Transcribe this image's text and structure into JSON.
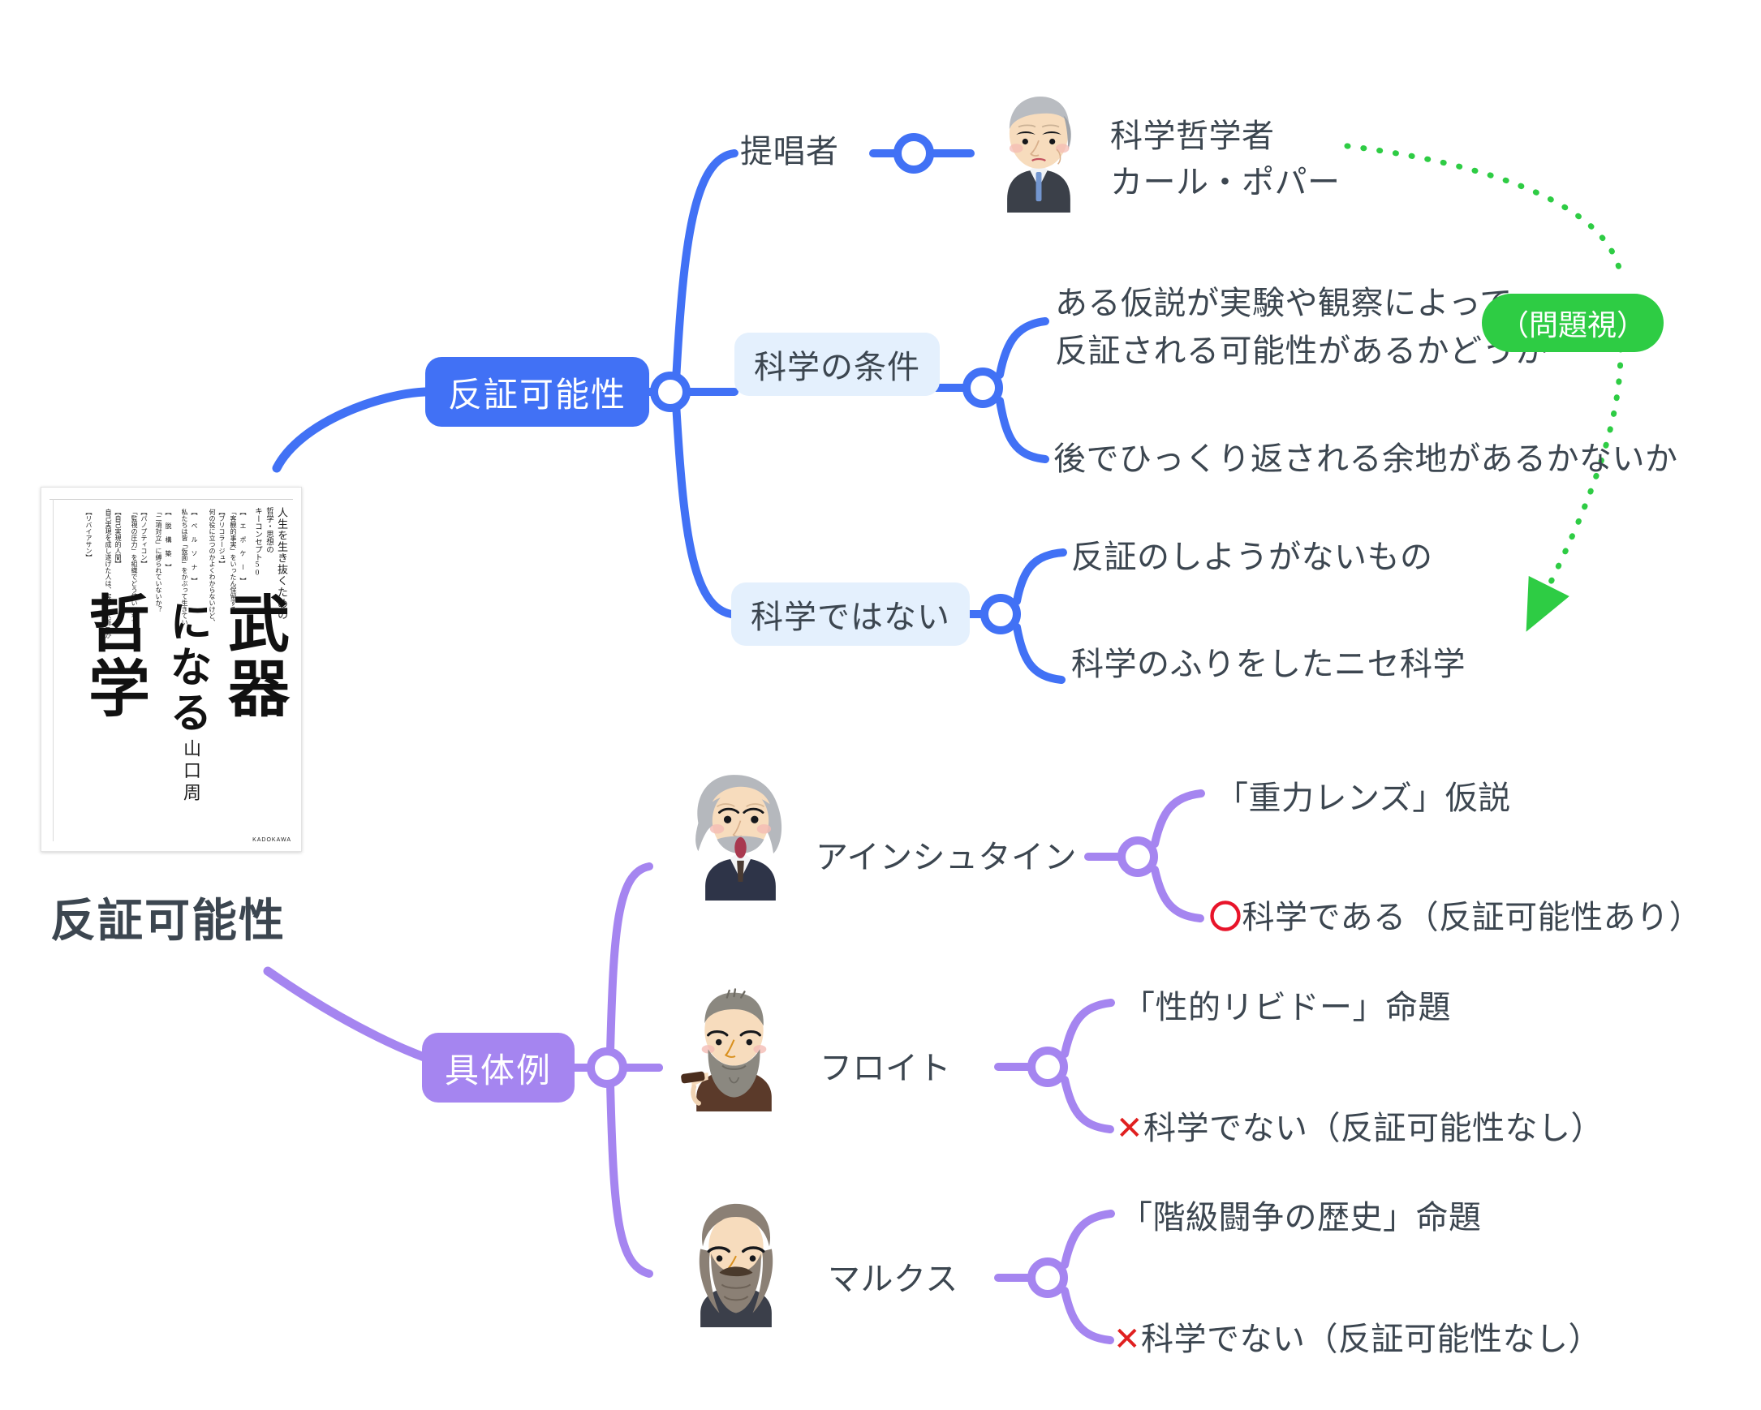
{
  "title": "反証可能性",
  "book": {
    "headline": "人生を生き抜くための",
    "subline1": "哲学・思想の",
    "subline2": "キーコンセプト50",
    "title_right": "武器",
    "title_mid": "になる",
    "title_left": "哲学",
    "author": "山口周",
    "publisher": "KADOKAWA",
    "keywords": [
      {
        "tag": "【 エ ポ ケ ー 】",
        "desc": "「客観的事実」をいったん保留する"
      },
      {
        "tag": "【ブリコラージュ】",
        "desc": "何の役に立つのかよくわからないけど、なんかある気がする"
      },
      {
        "tag": "【 ペ ル ソ ナ 】",
        "desc": "私たちは皆「仮面」をかぶって生きている"
      },
      {
        "tag": "【 脱 構 築 】",
        "desc": "「二項対立」に縛られていないか？"
      },
      {
        "tag": "【パノプティコン】",
        "desc": "「監視の圧力」を組織でどう使いこなすか"
      },
      {
        "tag": "【自己実現的人間】",
        "desc": "自己実現を成し遂げた人は、実は「人脈」が広くない"
      },
      {
        "tag": "【リバイアサン】",
        "desc": ""
      }
    ]
  },
  "branch_blue": {
    "root": "反証可能性",
    "children": [
      {
        "label": "提唱者",
        "type": "plain",
        "leaf": {
          "line1": "科学哲学者",
          "line2": "カール・ポパー",
          "portrait": "karl-popper-portrait"
        }
      },
      {
        "label": "科学の条件",
        "type": "pill",
        "items": [
          "ある仮説が実験や観察によって、\n反証される可能性があるかどうか",
          "後でひっくり返される余地があるかないか"
        ]
      },
      {
        "label": "科学ではない",
        "type": "pill",
        "items": [
          "反証のしようがないもの",
          "科学のふりをしたニセ科学"
        ]
      }
    ]
  },
  "badge": {
    "label": "（問題視）",
    "color": "#2ecc44"
  },
  "branch_purple": {
    "root": "具体例",
    "people": [
      {
        "name": "アインシュタイン",
        "portrait": "einstein-portrait",
        "items": [
          {
            "mark": "",
            "text": "「重力レンズ」仮説"
          },
          {
            "mark": "〇",
            "text": "科学である（反証可能性あり）"
          }
        ]
      },
      {
        "name": "フロイト",
        "portrait": "freud-portrait",
        "items": [
          {
            "mark": "",
            "text": "「性的リビドー」命題"
          },
          {
            "mark": "✕",
            "text": "科学でない（反証可能性なし）"
          }
        ]
      },
      {
        "name": "マルクス",
        "portrait": "marx-portrait",
        "items": [
          {
            "mark": "",
            "text": "「階級闘争の歴史」命題"
          },
          {
            "mark": "✕",
            "text": "科学でない（反証可能性なし）"
          }
        ]
      }
    ]
  },
  "colors": {
    "blue": "#4171f5",
    "light_blue": "#e4f0fd",
    "purple": "#a585f0",
    "green": "#2ecc44",
    "red": "#e02020",
    "text": "#3c4650"
  }
}
